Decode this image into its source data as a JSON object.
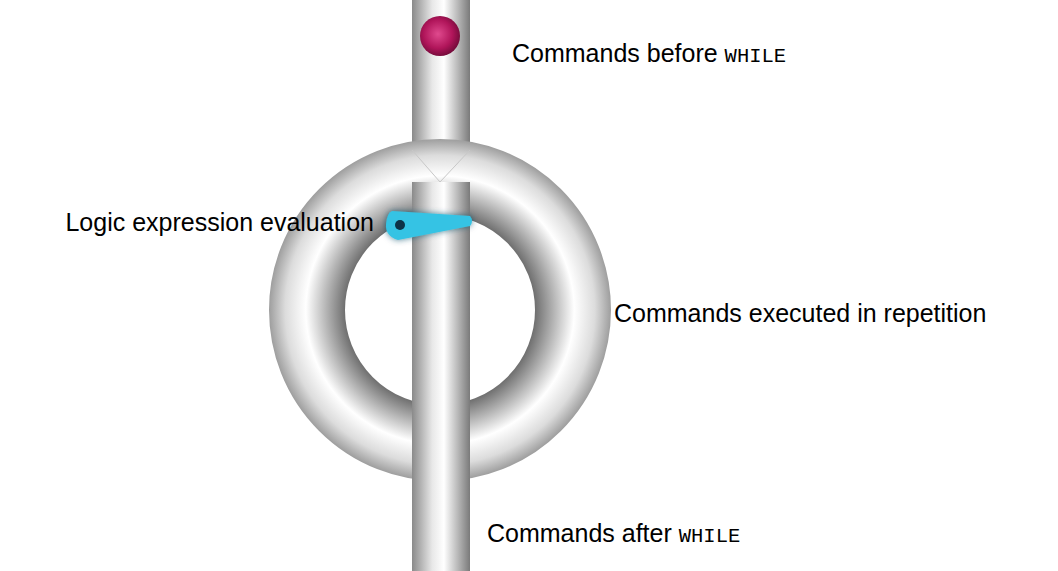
{
  "diagram": {
    "labels": [
      "Commands before WHILE",
      "Logic expression evaluation",
      "Commands executed in repetition",
      "Commands after WHILE"
    ]
  }
}
